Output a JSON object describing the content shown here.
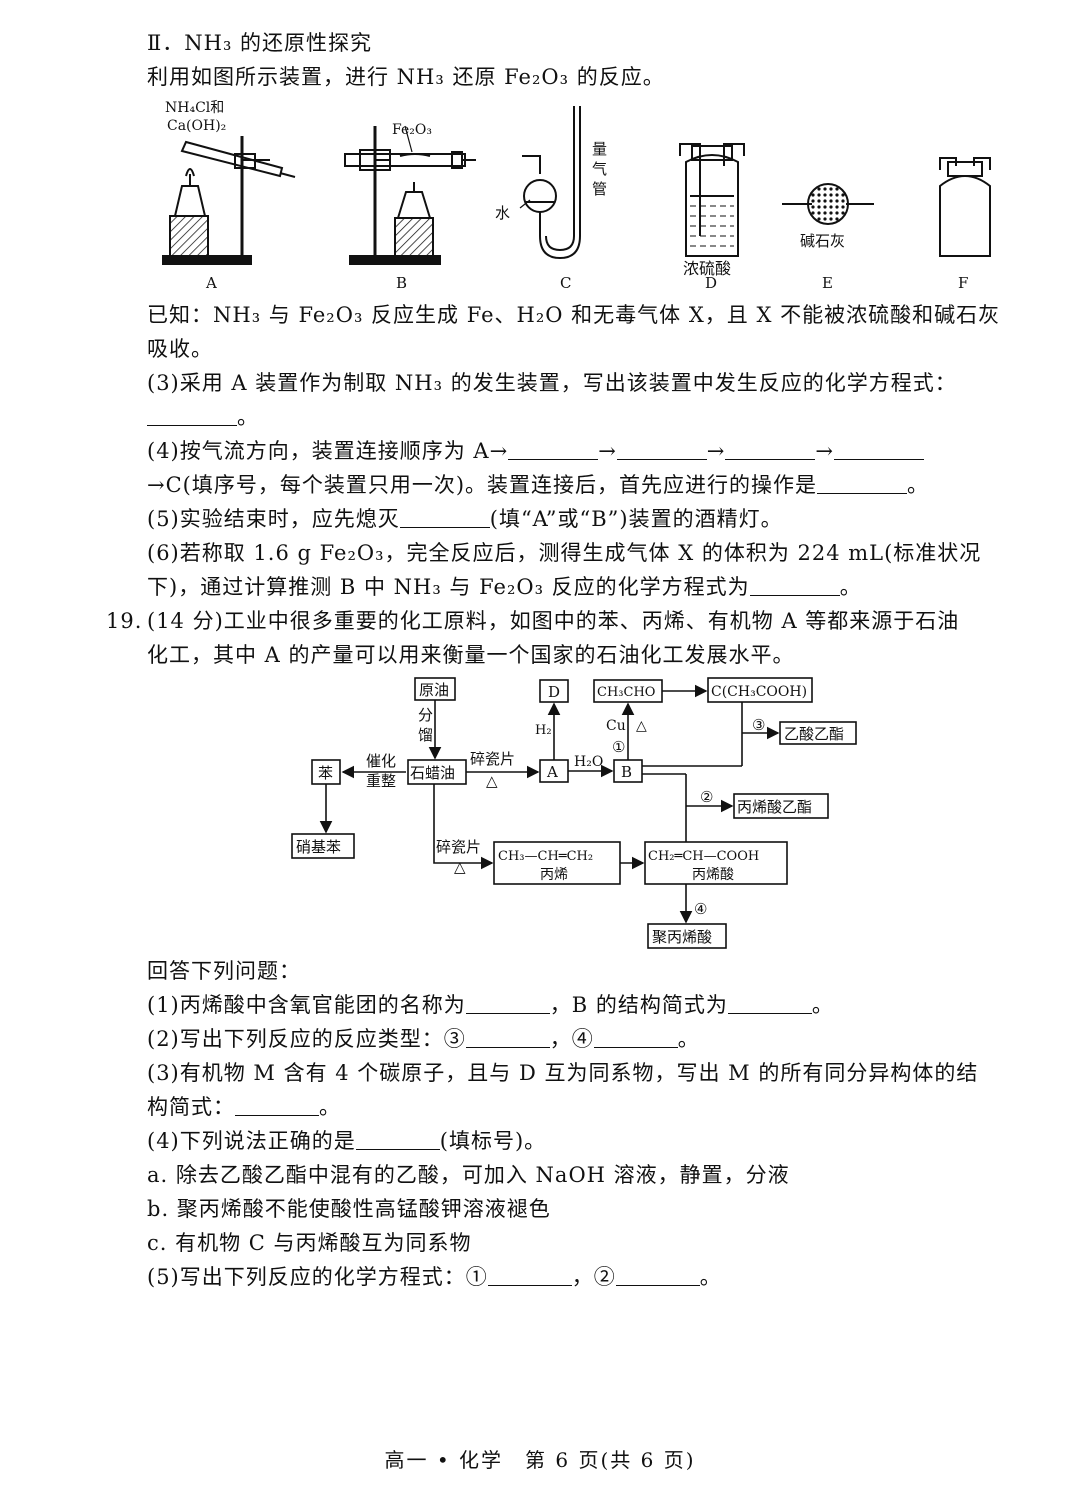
{
  "part2": {
    "heading": "Ⅱ．NH₃ 的还原性探究",
    "intro": "利用如图所示装置，进行 NH₃ 还原 Fe₂O₃ 的反应。"
  },
  "apparatus": {
    "a_label_1": "NH₄Cl和",
    "a_label_2": "Ca(OH)₂",
    "b_label": "Fe₂O₃",
    "c_label_water": "水",
    "c_label_tube_1": "量",
    "c_label_tube_2": "气",
    "c_label_tube_3": "管",
    "d_label": "浓硫酸",
    "e_label": "碱石灰",
    "letters": [
      "A",
      "B",
      "C",
      "D",
      "E",
      "F"
    ]
  },
  "known": {
    "line1": "已知：NH₃ 与 Fe₂O₃ 反应生成 Fe、H₂O 和无毒气体 X，且 X 不能被浓硫酸和碱石灰",
    "line2": "吸收。"
  },
  "q3": {
    "line1": "(3)采用 A 装置作为制取 NH₃ 的发生装置，写出该装置中发生反应的化学方程式：",
    "tail": "。"
  },
  "q4": {
    "line1_prefix": "(4)按气流方向，装置连接顺序为 A→",
    "arrow": "→",
    "line2_prefix": "→C(填序号，每个装置只用一次)。装置连接后，首先应进行的操作是",
    "tail": "。"
  },
  "q5": {
    "prefix": "(5)实验结束时，应先熄灭",
    "suffix": "(填“A”或“B”)装置的酒精灯。"
  },
  "q6": {
    "line1": "(6)若称取 1.6 g Fe₂O₃，完全反应后，测得生成气体 X 的体积为 224 mL(标准状况",
    "line2_prefix": "下)，通过计算推测 B 中 NH₃ 与 Fe₂O₃ 反应的化学方程式为",
    "tail": "。"
  },
  "q19": {
    "number": "19.",
    "line1": "(14 分)工业中很多重要的化工原料，如图中的苯、丙烯、有机物 A 等都来源于石油",
    "line2": "化工，其中 A 的产量可以用来衡量一个国家的石油化工发展水平。"
  },
  "flow": {
    "crude": "原油",
    "fractionation_1": "分",
    "fractionation_2": "馏",
    "paraffin": "石蜡油",
    "benzene": "苯",
    "nitrobenzene": "硝基苯",
    "reform_1": "催化",
    "reform_2": "重整",
    "cracking": "碎瓷片",
    "heat": "△",
    "a_box": "A",
    "d_box": "D",
    "h2": "H₂",
    "h2o": "H₂O",
    "b_box": "B",
    "cu": "Cu",
    "acetaldehyde": "CH₃CHO",
    "c_box": "C(CH₃COOH)",
    "step1": "①",
    "step2": "②",
    "step3": "③",
    "step4": "④",
    "ethyl_acetate": "乙酸乙酯",
    "ethyl_acrylate": "丙烯酸乙酯",
    "propene_formula": "CH₃—CH═CH₂",
    "propene_name": "丙烯",
    "acrylic_formula": "CH₂═CH—COOH",
    "acrylic_name": "丙烯酸",
    "polyacrylic": "聚丙烯酸"
  },
  "answers": {
    "intro": "回答下列问题：",
    "q1_a": "(1)丙烯酸中含氧官能团的名称为",
    "q1_b": "，B 的结构简式为",
    "q1_c": "。",
    "q2_a": "(2)写出下列反应的反应类型：③",
    "q2_b": "，④",
    "q2_c": "。",
    "q3_line1": "(3)有机物 M 含有 4 个碳原子，且与 D 互为同系物，写出 M 的所有同分异构体的结",
    "q3_line2_a": "构简式：",
    "q3_line2_b": "。",
    "q4_a": "(4)下列说法正确的是",
    "q4_b": "(填标号)。",
    "opt_a": "a. 除去乙酸乙酯中混有的乙酸，可加入 NaOH 溶液，静置，分液",
    "opt_b": "b. 聚丙烯酸不能使酸性高锰酸钾溶液褪色",
    "opt_c": "c. 有机物 C 与丙烯酸互为同系物",
    "q5_a": "(5)写出下列反应的化学方程式：①",
    "q5_b": "，②",
    "q5_c": "。"
  },
  "footer": "高一 • 化学　第 6 页(共 6 页)"
}
